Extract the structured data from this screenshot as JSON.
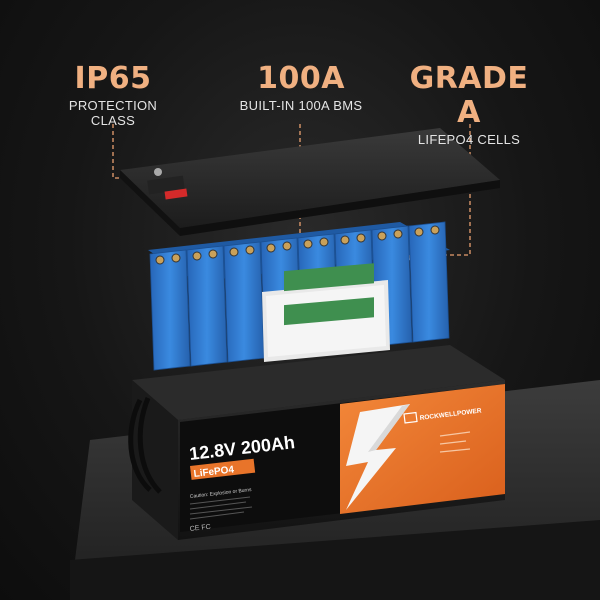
{
  "callouts": [
    {
      "title": "IP65",
      "subtitle": "PROTECTION CLASS"
    },
    {
      "title": "100A",
      "subtitle": "BUILT-IN 100A BMS"
    },
    {
      "title": "GRADE A",
      "subtitle": "LIFEPO4 CELLS"
    }
  ],
  "label": {
    "voltage_capacity": "12.8V 200Ah",
    "chemistry": "LiFePO4",
    "brand": "ROCKWELLPOWER",
    "caution": "Caution: Explosion or Burns",
    "certifications": "CE FC"
  },
  "colors": {
    "accent": "#f0b081",
    "cell_blue": "#2f7fd6",
    "label_orange": "#e8742a",
    "bms_green": "#3f8f4f"
  }
}
